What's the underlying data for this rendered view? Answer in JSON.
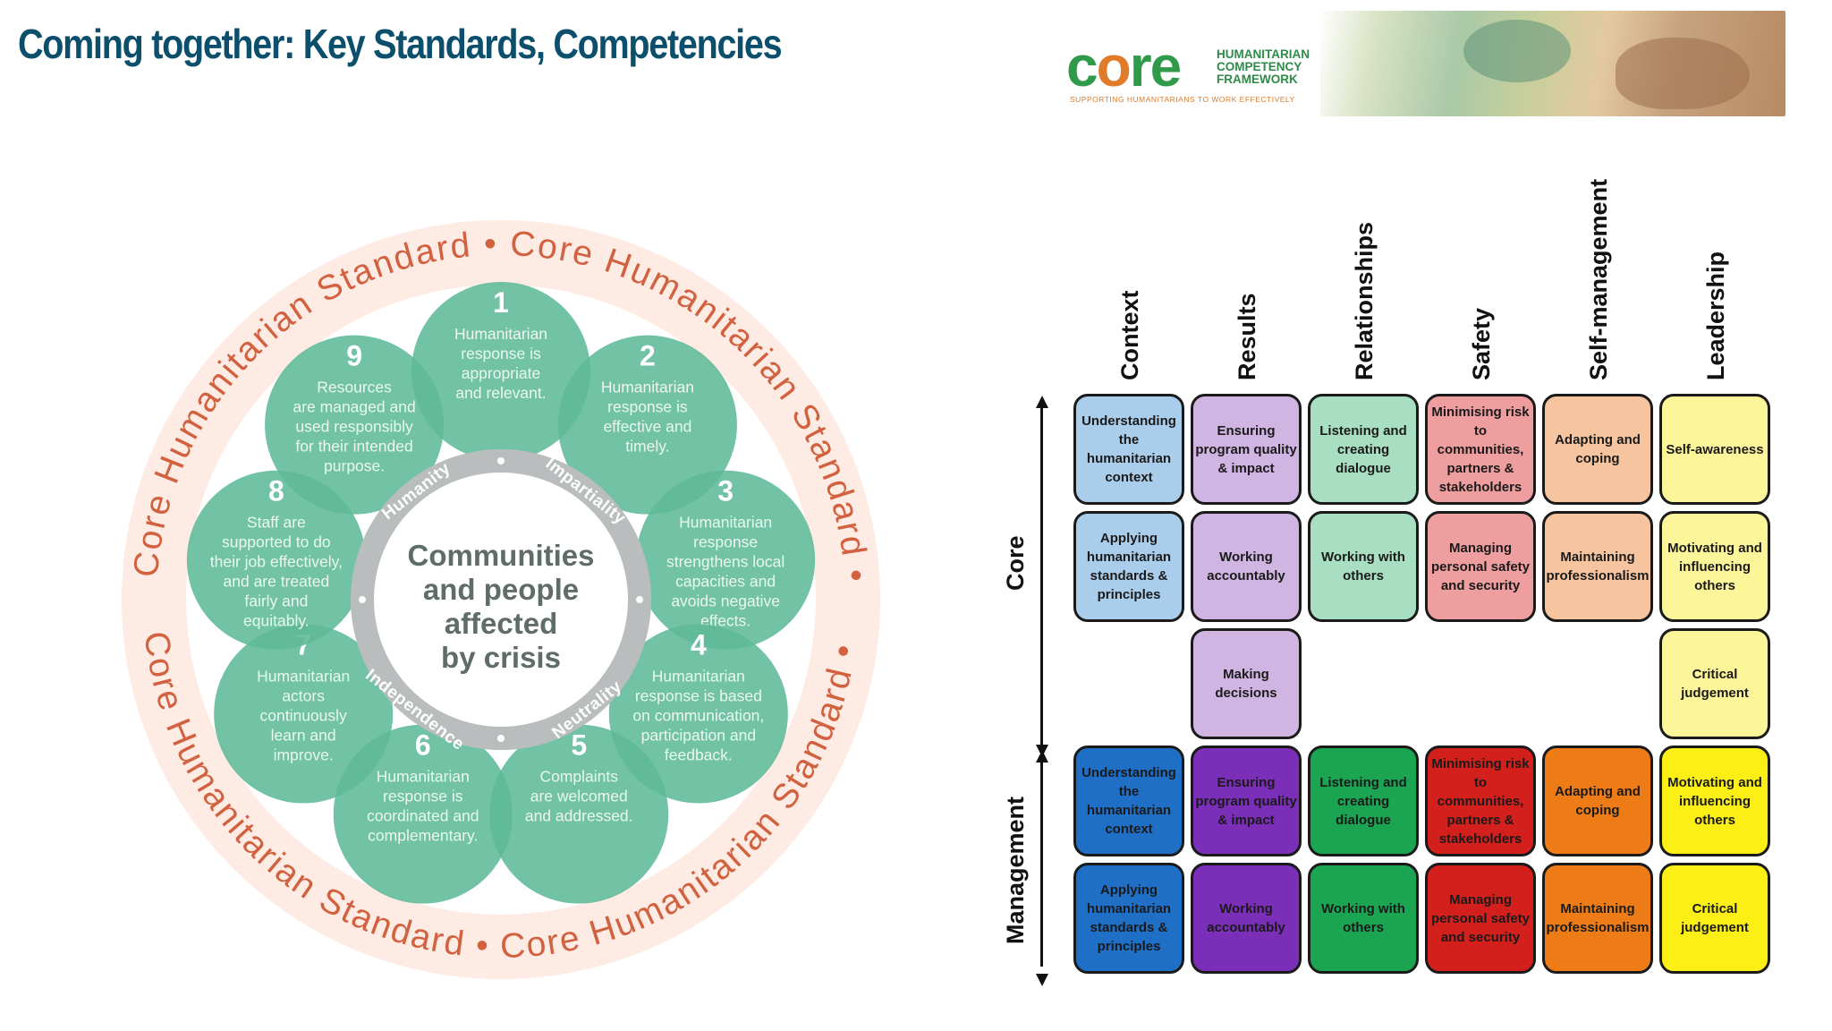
{
  "slide": {
    "title": "Coming together: Key Standards, Competencies"
  },
  "chs": {
    "ring_text_top": "Core Humanitarian Standard • Core Humanitarian Standard •",
    "ring_text_bottom": "Core Humanitarian Standard • Core Humanitarian Standard •",
    "center": [
      "Communities",
      "and people",
      "affected",
      "by crisis"
    ],
    "principles": [
      "Humanity",
      "Impartiality",
      "Neutrality",
      "Independence"
    ],
    "commitments": [
      {
        "num": "1",
        "lines": [
          "Humanitarian",
          "response is",
          "appropriate",
          "and relevant."
        ]
      },
      {
        "num": "2",
        "lines": [
          "Humanitarian",
          "response is",
          "effective and",
          "timely."
        ]
      },
      {
        "num": "3",
        "lines": [
          "Humanitarian",
          "response",
          "strengthens local",
          "capacities and",
          "avoids negative",
          "effects."
        ]
      },
      {
        "num": "4",
        "lines": [
          "Humanitarian",
          "response is based",
          "on communication,",
          "participation and",
          "feedback."
        ]
      },
      {
        "num": "5",
        "lines": [
          "Complaints",
          "are welcomed",
          "and addressed."
        ]
      },
      {
        "num": "6",
        "lines": [
          "Humanitarian",
          "response is",
          "coordinated and",
          "complementary."
        ]
      },
      {
        "num": "7",
        "lines": [
          "Humanitarian",
          "actors",
          "continuously",
          "learn and",
          "improve."
        ]
      },
      {
        "num": "8",
        "lines": [
          "Staff are",
          "supported to do",
          "their job effectively,",
          "and are treated",
          "fairly and",
          "equitably."
        ]
      },
      {
        "num": "9",
        "lines": [
          "Resources",
          "are managed and",
          "used responsibly",
          "for their intended",
          "purpose."
        ]
      }
    ],
    "colors": {
      "petal": "#5fb998",
      "petal_overlap": "#4fa987",
      "ring": "#fde9e1",
      "ring_text": "#d2613f",
      "inner_ring": "#b9bdbd"
    }
  },
  "logo": {
    "word_c": "c",
    "word_o": "o",
    "word_re": "re",
    "lines": [
      "HUMANITARIAN",
      "COMPETENCY",
      "FRAMEWORK"
    ],
    "tagline": "SUPPORTING HUMANITARIANS TO WORK EFFECTIVELY"
  },
  "chcf": {
    "columns": [
      "Context",
      "Results",
      "Relationships",
      "Safety",
      "Self-management",
      "Leadership"
    ],
    "row_labels": {
      "core": "Core",
      "management": "Management"
    },
    "core_rows": [
      [
        "Understanding the humanitarian context",
        "Ensuring program quality & impact",
        "Listening and creating dialogue",
        "Minimising risk to communities, partners & stakeholders",
        "Adapting and coping",
        "Self-awareness"
      ],
      [
        "Applying humanitarian standards & principles",
        "Working accountably",
        "Working with others",
        "Managing personal safety and security",
        "Maintaining professionalism",
        "Motivating and influencing others"
      ],
      [
        "",
        "Making decisions",
        "",
        "",
        "",
        "Critical judgement"
      ]
    ],
    "management_rows": [
      [
        "Understanding the humanitarian context",
        "Ensuring program quality & impact",
        "Listening and creating dialogue",
        "Minimising risk to communities, partners & stakeholders",
        "Adapting and coping",
        "Motivating and influencing others"
      ],
      [
        "Applying humanitarian standards & principles",
        "Working accountably",
        "Working with others",
        "Managing personal safety and security",
        "Maintaining professionalism",
        "Critical judgement"
      ]
    ],
    "core_colors": [
      "#a9cdea",
      "#d0b5e3",
      "#a8dfc3",
      "#ef9ea0",
      "#f6c49f",
      "#fdf59a"
    ],
    "management_colors": [
      "#1f6fc7",
      "#7b2fb8",
      "#1ba552",
      "#d4201d",
      "#ee7c16",
      "#fbef16"
    ]
  }
}
